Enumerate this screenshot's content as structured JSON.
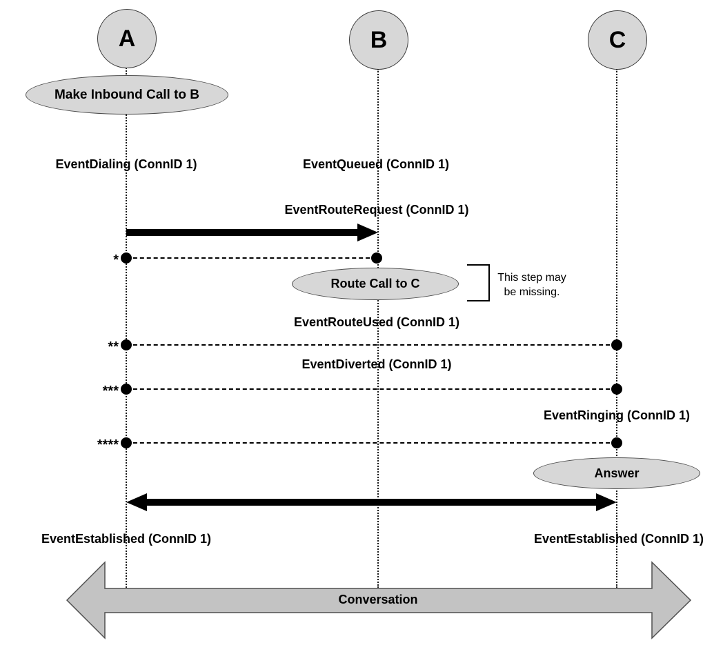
{
  "title": "Inbound call routing sequence diagram",
  "actors": [
    {
      "id": "A",
      "label": "A"
    },
    {
      "id": "B",
      "label": "B"
    },
    {
      "id": "C",
      "label": "C"
    }
  ],
  "bubbles": {
    "make_inbound_call": "Make Inbound Call to B",
    "route_call": "Route Call to C",
    "answer": "Answer"
  },
  "events": {
    "dialing": "EventDialing (ConnID 1)",
    "queued": "EventQueued (ConnID 1)",
    "route_request": "EventRouteRequest (ConnID 1)",
    "route_used": "EventRouteUsed (ConnID 1)",
    "diverted": "EventDiverted (ConnID 1)",
    "ringing": "EventRinging (ConnID 1)",
    "established_left": "EventEstablished (ConnID 1)",
    "established_right": "EventEstablished (ConnID 1)"
  },
  "markers": {
    "m1": "*",
    "m2": "**",
    "m3": "***",
    "m4": "****"
  },
  "note": {
    "line1": "This step may",
    "line2": "be missing."
  },
  "conversation_label": "Conversation",
  "colors": {
    "bubble_fill": "#d7d7d7",
    "bubble_stroke": "#4d4d4d",
    "banner_fill": "#c3c3c3",
    "banner_stroke": "#4f4f4f",
    "ink": "#000000"
  }
}
